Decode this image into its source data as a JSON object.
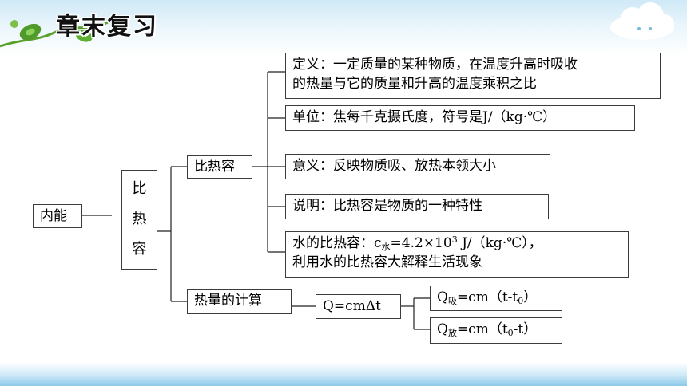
{
  "title": "章末复习",
  "root": "内能",
  "specific_heat_vertical": [
    "比",
    "热",
    "容"
  ],
  "specific_heat": {
    "label": "比热容",
    "definition": [
      "定义：一定质量的某种物质，在温度升高时吸收",
      "的热量与它的质量和升高的温度乘积之比"
    ],
    "unit": "单位：焦每千克摄氏度，符号是J/（kg·℃）",
    "meaning": "意义：反映物质吸、放热本领大小",
    "explanation": "说明：比热容是物质的一种特性",
    "water": {
      "prefix": "水的比热容：c",
      "sub": "水",
      "value": "=4.2×10",
      "exp": "3",
      "unit": " J/（kg·℃），",
      "line2": "利用水的比热容大解释生活现象"
    }
  },
  "heat_calc": {
    "label": "热量的计算",
    "formula": "Q=cmΔt",
    "absorb": {
      "q": "Q",
      "sub": "吸",
      "rest1": "=cm（t-t",
      "sub0": "0",
      "rest2": "）"
    },
    "release": {
      "q": "Q",
      "sub": "放",
      "rest1": "=cm（t",
      "sub0": "0",
      "rest2": "-t）"
    }
  }
}
